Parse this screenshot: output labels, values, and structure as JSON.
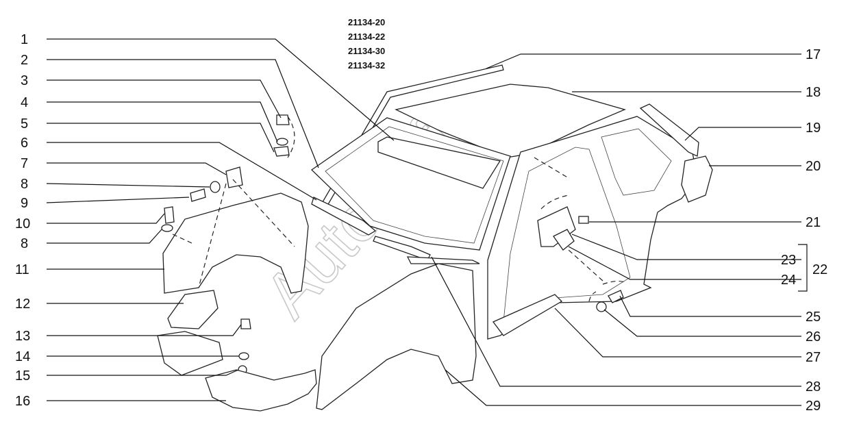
{
  "model_codes": [
    "21134-20",
    "21134-22",
    "21134-30",
    "21134-32"
  ],
  "watermark": "AutoSoft",
  "callouts_left": [
    "1",
    "2",
    "3",
    "4",
    "5",
    "6",
    "7",
    "8",
    "9",
    "10",
    "8",
    "11",
    "12",
    "13",
    "14",
    "15",
    "16"
  ],
  "callouts_right": [
    "17",
    "18",
    "19",
    "20",
    "21",
    "23",
    "24",
    "22",
    "25",
    "26",
    "27",
    "28",
    "29"
  ]
}
